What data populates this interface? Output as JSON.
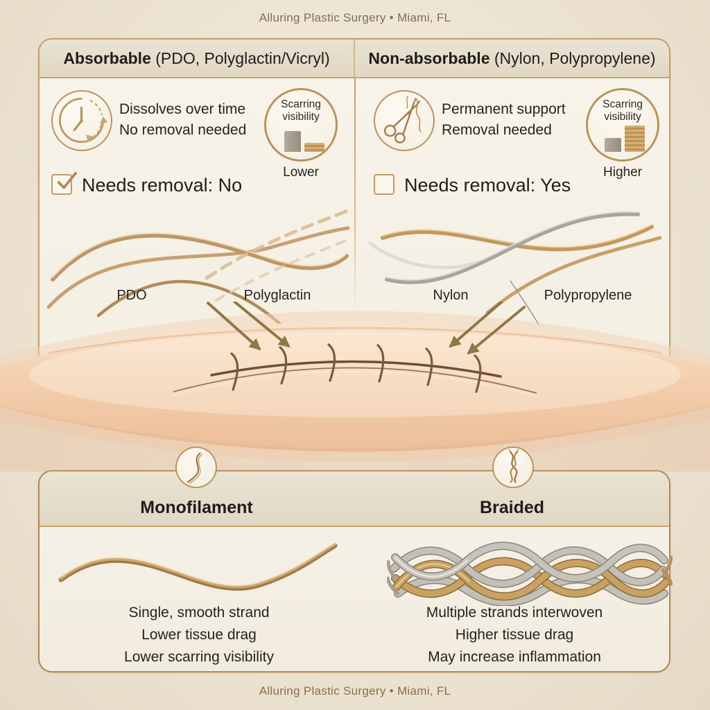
{
  "brand": {
    "header": "Alluring Plastic Surgery • Miami, FL",
    "footer": "Alluring Plastic Surgery • Miami, FL"
  },
  "colors": {
    "page_bg": "#ece2d0",
    "card_bg": "#f6f1e7",
    "header_band_bg": "#e4dcc9",
    "gold_border_top_card": "#c49e66",
    "gold_border_bottom_card": "#ad8757",
    "accent_gold": "#b8935f",
    "text_dark": "#1f1d1a",
    "brand_text": "#8a6f4c",
    "thread_gold": "#c1985f",
    "thread_silver": "#a6a5a1",
    "bar_gray": "#a29a8c",
    "bar_gold": "#c8a162",
    "skin": "#f3cfae",
    "incision": "#6e4f31"
  },
  "icons": {
    "absorbable_feature": "clock-dissolve",
    "non_absorbable_feature": "surgical-scissors-thread",
    "monofilament_badge": "single-strand",
    "braided_badge": "braided-strand",
    "arrows": "suture-pointer-arrows"
  },
  "top": {
    "absorbable": {
      "title_bold": "Absorbable",
      "title_rest": " (PDO, Polyglactin/Vicryl)",
      "features": [
        "Dissolves over time",
        "No removal needed"
      ],
      "scarring": {
        "line1": "Scarring",
        "line2": "visibility",
        "value": "Lower",
        "bars": {
          "gray": 30,
          "gold": 13
        }
      },
      "removal": {
        "checked": true,
        "label": "Needs removal: No"
      },
      "threads": [
        {
          "label": "PDO"
        },
        {
          "label": "Polyglactin"
        }
      ]
    },
    "non_absorbable": {
      "title_bold": "Non-absorbable",
      "title_rest": " (Nylon, Polypropylene)",
      "features": [
        "Permanent support",
        "Removal needed"
      ],
      "scarring": {
        "line1": "Scarring",
        "line2": "visibility",
        "value": "Higher",
        "bars": {
          "gray": 20,
          "gold": 38
        }
      },
      "removal": {
        "checked": false,
        "label": "Needs removal: Yes"
      },
      "threads": [
        {
          "label": "Nylon"
        },
        {
          "label": "Polypropylene"
        }
      ]
    }
  },
  "bottom": {
    "monofilament": {
      "title": "Monofilament",
      "lines": [
        "Single, smooth strand",
        "Lower tissue drag",
        "Lower scarring visibility"
      ]
    },
    "braided": {
      "title": "Braided",
      "lines": [
        "Multiple strands interwoven",
        "Higher tissue drag",
        "May increase inflammation"
      ]
    }
  }
}
